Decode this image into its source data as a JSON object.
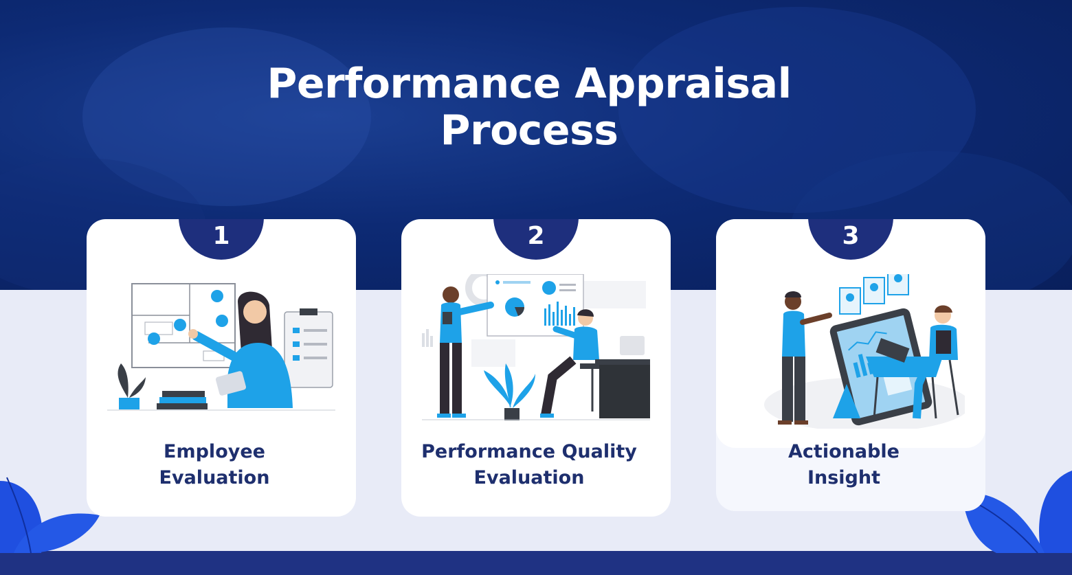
{
  "title": {
    "line1": "Performance Appraisal",
    "line2": "Process"
  },
  "steps": [
    {
      "number": "1",
      "label_line1": "Employee",
      "label_line2": "Evaluation",
      "illustration": "woman-office-plan-illustration"
    },
    {
      "number": "2",
      "label_line1": "Performance Quality",
      "label_line2": "Evaluation",
      "illustration": "team-presentation-illustration"
    },
    {
      "number": "3",
      "label_line1": "Actionable",
      "label_line2": "Insight",
      "illustration": "dashboard-discussion-illustration"
    }
  ],
  "colors": {
    "hero_background": "#0d2a74",
    "badge": "#1e2f7d",
    "label_text": "#1e2f6e",
    "accent": "#1ea2e8",
    "page_background": "#e8ebf7",
    "footer_bar": "#1f3283"
  }
}
